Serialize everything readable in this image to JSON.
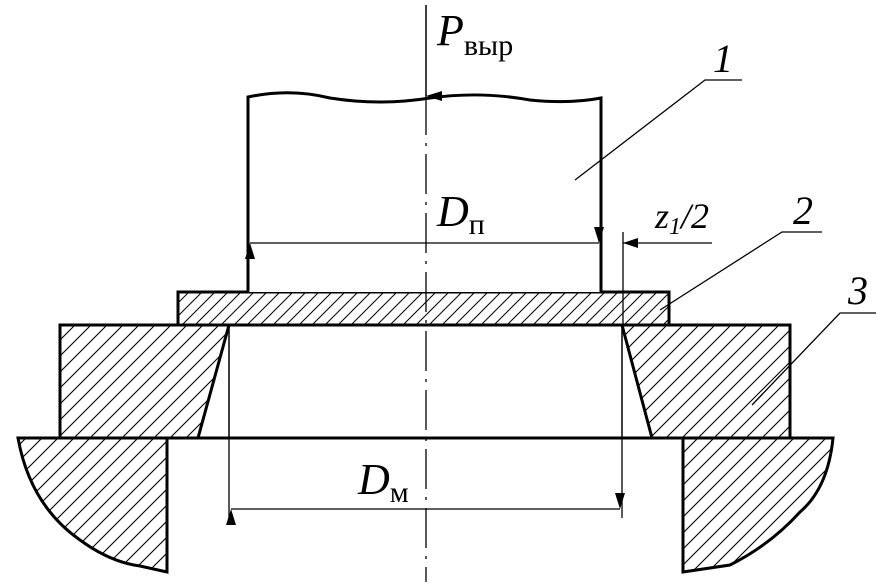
{
  "labels": {
    "force": "P",
    "force_sub": "выр",
    "punch_diameter": "D",
    "punch_diameter_sub": "п",
    "die_diameter": "D",
    "die_diameter_sub": "м",
    "clearance_z": "z",
    "clearance_index": "1",
    "clearance_rest": "/2",
    "part_1": "1",
    "part_2": "2",
    "part_3": "3"
  },
  "colors": {
    "ink": "#000000",
    "paper": "#ffffff"
  }
}
